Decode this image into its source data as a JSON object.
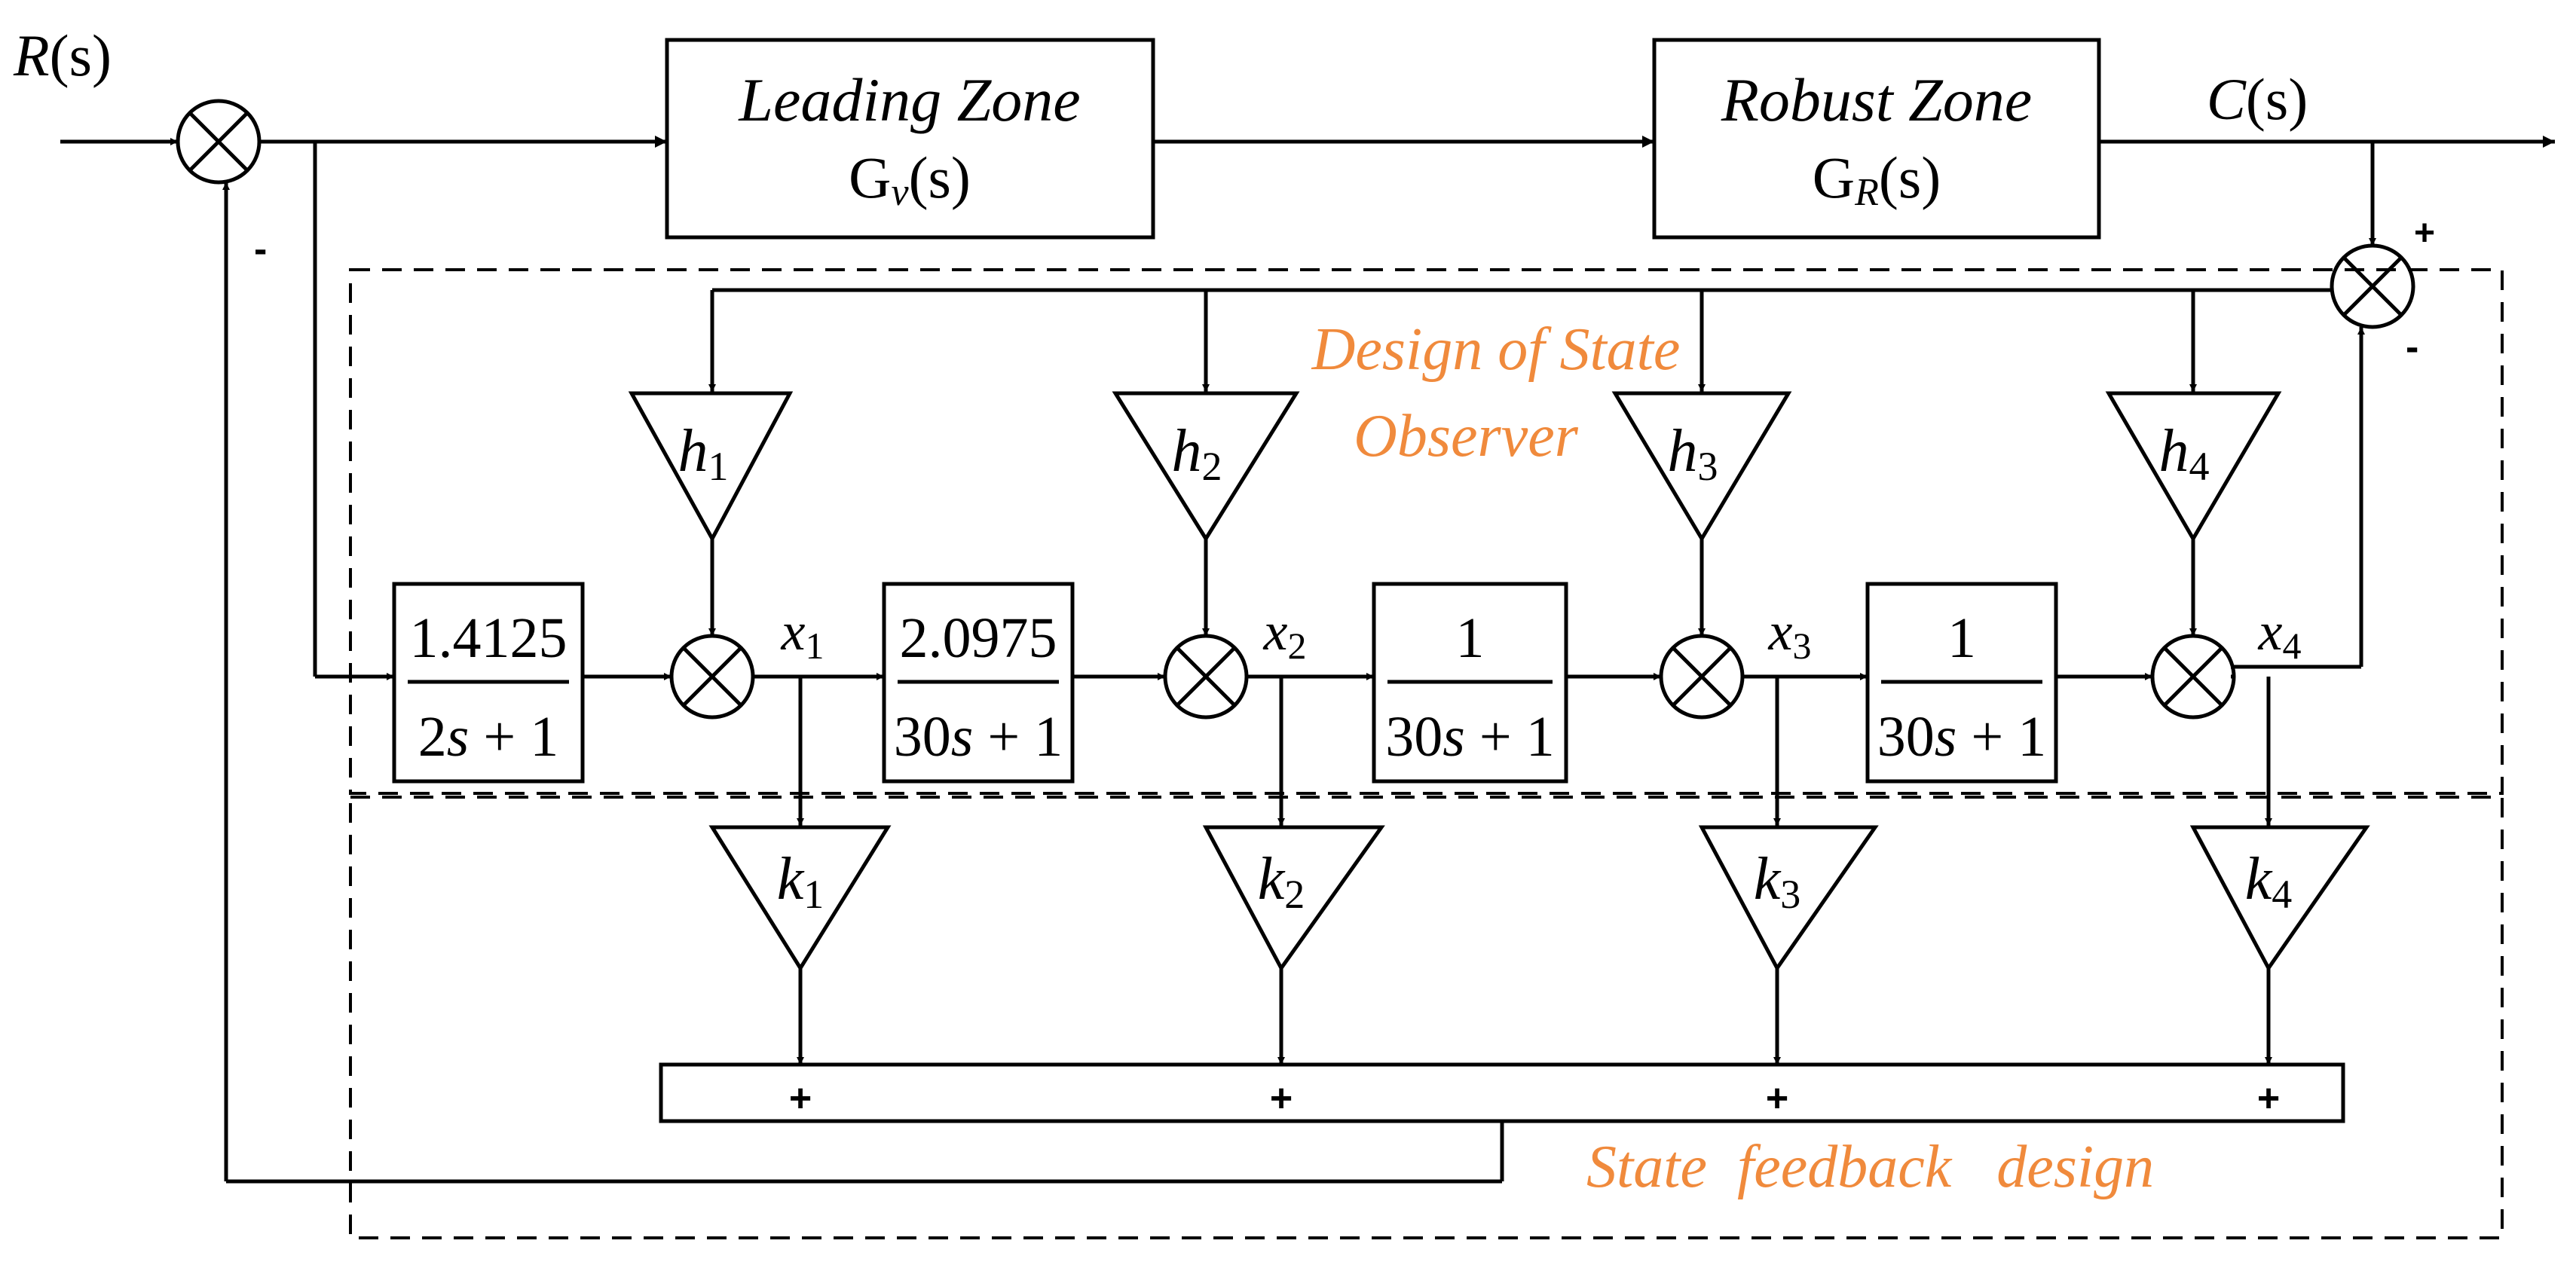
{
  "input": {
    "sym": "R",
    "arg": "(s)"
  },
  "output": {
    "sym": "C",
    "arg": "(s)"
  },
  "leading": {
    "title": "Leading Zone",
    "g": "G",
    "sub": "v",
    "arg": "(s)",
    "fill": "#d9d9d9"
  },
  "robust": {
    "title": "Robust Zone",
    "g": "G",
    "sub": "R",
    "arg": "(s)",
    "fill": "#fce4d6"
  },
  "observer": {
    "line1": "Design of State",
    "line2": "Observer"
  },
  "feedback": {
    "label": "State  feedback   design"
  },
  "signs": {
    "minus": "-",
    "plus": "+"
  },
  "colors": {
    "observer_gain": "#4a8cc7",
    "feedback_gain": "#a9dba0",
    "annotation": "#f08a3c"
  },
  "chain": [
    {
      "num": "1.4125",
      "den": "2s + 1",
      "h": "h",
      "hs": "1",
      "x": "x",
      "xs": "1",
      "k": "k",
      "ks": "1"
    },
    {
      "num": "2.0975",
      "den": "30s + 1",
      "h": "h",
      "hs": "2",
      "x": "x",
      "xs": "2",
      "k": "k",
      "ks": "2"
    },
    {
      "num": "1",
      "den": "30s + 1",
      "h": "h",
      "hs": "3",
      "x": "x",
      "xs": "3",
      "k": "k",
      "ks": "3"
    },
    {
      "num": "1",
      "den": "30s + 1",
      "h": "h",
      "hs": "4",
      "x": "x",
      "xs": "4",
      "k": "k",
      "ks": "4"
    }
  ]
}
